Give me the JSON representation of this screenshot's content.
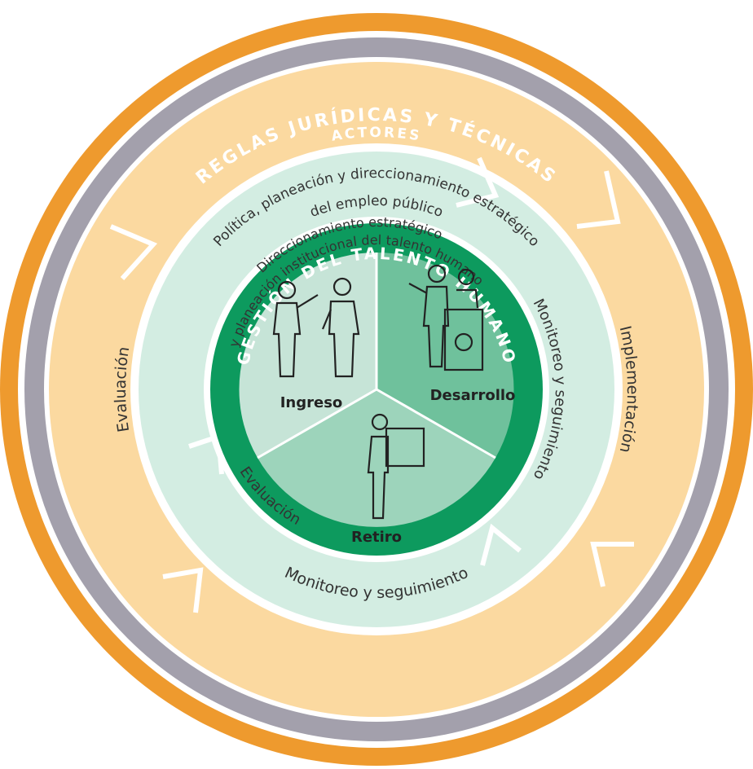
{
  "rings": {
    "outer_title": "REGLAS JURÍDICAS Y TÉCNICAS",
    "actors": "ACTORES"
  },
  "cycle_outer": {
    "top_line1": "Política, planeación y direccionamiento estratégico",
    "top_line2": "del empleo público",
    "right": "Implementación",
    "bottom": "Monitoreo y seguimiento",
    "left": "Evaluación"
  },
  "cycle_inner": {
    "top_line1": "Direccionamiento estratégico",
    "top_line2": "y planeación institucional del talento humano",
    "right": "Monitoreo y seguimiento",
    "bottom": "Evaluación"
  },
  "core": {
    "title": "GESTIÓN DEL TALENTO HUMANO",
    "segments": [
      {
        "label": "Ingreso"
      },
      {
        "label": "Desarrollo"
      },
      {
        "label": "Retiro"
      }
    ]
  },
  "colors": {
    "orange": "#ee9a2e",
    "gray": "#a3a0ac",
    "beige": "#fbd9a0",
    "mint_light": "#d3ede2",
    "green_dark": "#0d9a5e",
    "seg_ingreso": "#c6e4d7",
    "seg_desarrollo": "#6fc19c",
    "seg_retiro": "#9dd4bb"
  },
  "icons": [
    "people-talking-icon",
    "training-podium-icon",
    "person-carrying-box-icon"
  ]
}
